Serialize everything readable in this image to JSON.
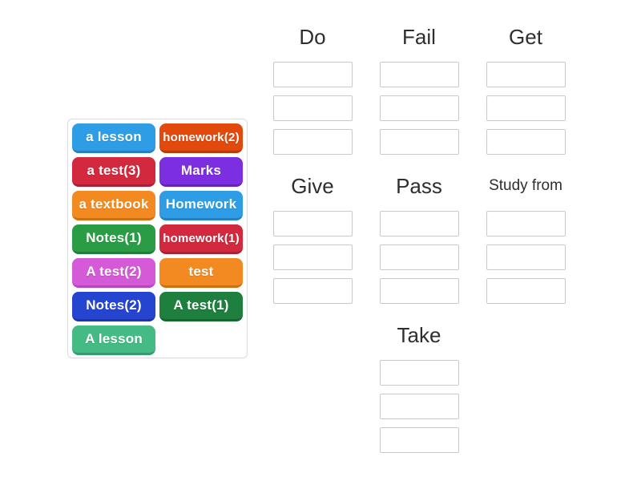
{
  "colors": {
    "background": "#FFFFFF",
    "panel_border": "#DCDCDC",
    "slot_border": "#C9C9C9",
    "header_text": "#2E2E2E",
    "tile_text": "#FFFFFF"
  },
  "tiles": [
    {
      "label": "a lesson",
      "color": "#2E9DE6",
      "edge": "#2380C2"
    },
    {
      "label": "homework(2)",
      "color": "#E2490C",
      "edge": "#BC3A06"
    },
    {
      "label": "a test(3)",
      "color": "#D2293F",
      "edge": "#AD1F34"
    },
    {
      "label": "Marks",
      "color": "#7C2FE0",
      "edge": "#6523BD"
    },
    {
      "label": "a textbook",
      "color": "#F28A21",
      "edge": "#D06F0D"
    },
    {
      "label": "Homework",
      "color": "#2E9DE6",
      "edge": "#2380C2"
    },
    {
      "label": "Notes(1)",
      "color": "#2B9C46",
      "edge": "#1F7F37"
    },
    {
      "label": "homework(1)",
      "color": "#D2293F",
      "edge": "#AD1F34"
    },
    {
      "label": "A test(2)",
      "color": "#D45AD8",
      "edge": "#B944BD"
    },
    {
      "label": "test",
      "color": "#F28A21",
      "edge": "#D06F0D"
    },
    {
      "label": "Notes(2)",
      "color": "#2544D0",
      "edge": "#1B33AB"
    },
    {
      "label": "A test(1)",
      "color": "#1E7F3E",
      "edge": "#156830"
    },
    {
      "label": "A lesson",
      "color": "#44BA84",
      "edge": "#339C6C"
    }
  ],
  "groups": [
    {
      "label": "Do",
      "slots": 3
    },
    {
      "label": "Fail",
      "slots": 3
    },
    {
      "label": "Get",
      "slots": 3
    },
    {
      "label": "Give",
      "slots": 3
    },
    {
      "label": "Pass",
      "slots": 3
    },
    {
      "label": "Study from",
      "slots": 3
    },
    {
      "label": "Take",
      "slots": 3
    }
  ]
}
